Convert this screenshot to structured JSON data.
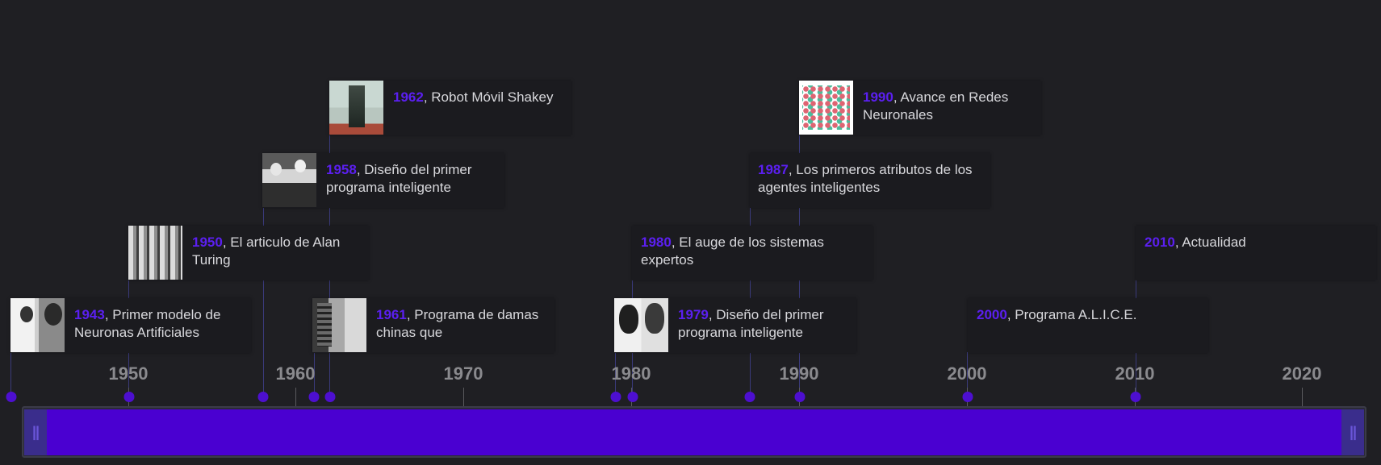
{
  "axis": {
    "years": [
      "1950",
      "1960",
      "1970",
      "1980",
      "1990",
      "2000",
      "2010",
      "2020"
    ]
  },
  "events": [
    {
      "year": "1943",
      "title": "Primer modelo de Neuronas Artificiales",
      "image": "neuron-scientists-photo"
    },
    {
      "year": "1950",
      "title": "El articulo de Alan Turing",
      "image": "computer-lab-photo"
    },
    {
      "year": "1958",
      "title": "Diseño del primer programa inteligente",
      "image": "researchers-photo"
    },
    {
      "year": "1961",
      "title": "Programa de damas chinas que",
      "image": "computer-operator-photo"
    },
    {
      "year": "1962",
      "title": "Robot Móvil Shakey",
      "image": "shakey-robot-photo"
    },
    {
      "year": "1979",
      "title": "Diseño del primer programa inteligente",
      "image": "two-researchers-photo"
    },
    {
      "year": "1980",
      "title": "El auge de los sistemas expertos",
      "image": ""
    },
    {
      "year": "1987",
      "title": "Los primeros atributos de los agentes inteligentes",
      "image": ""
    },
    {
      "year": "1990",
      "title": "Avance en Redes Neuronales",
      "image": "neural-network-diagram"
    },
    {
      "year": "2000",
      "title": "Programa A.L.I.C.E.",
      "image": ""
    },
    {
      "year": "2010",
      "title": "Actualidad",
      "image": ""
    }
  ],
  "colors": {
    "background": "#1f1f23",
    "accent": "#4a00d1",
    "year_highlight": "#5b1ff0",
    "card_text": "#d8d8dc",
    "axis_label": "#8a8a8e"
  },
  "navigator": {
    "left_handle_icon": "drag-handle-icon",
    "right_handle_icon": "drag-handle-icon"
  }
}
